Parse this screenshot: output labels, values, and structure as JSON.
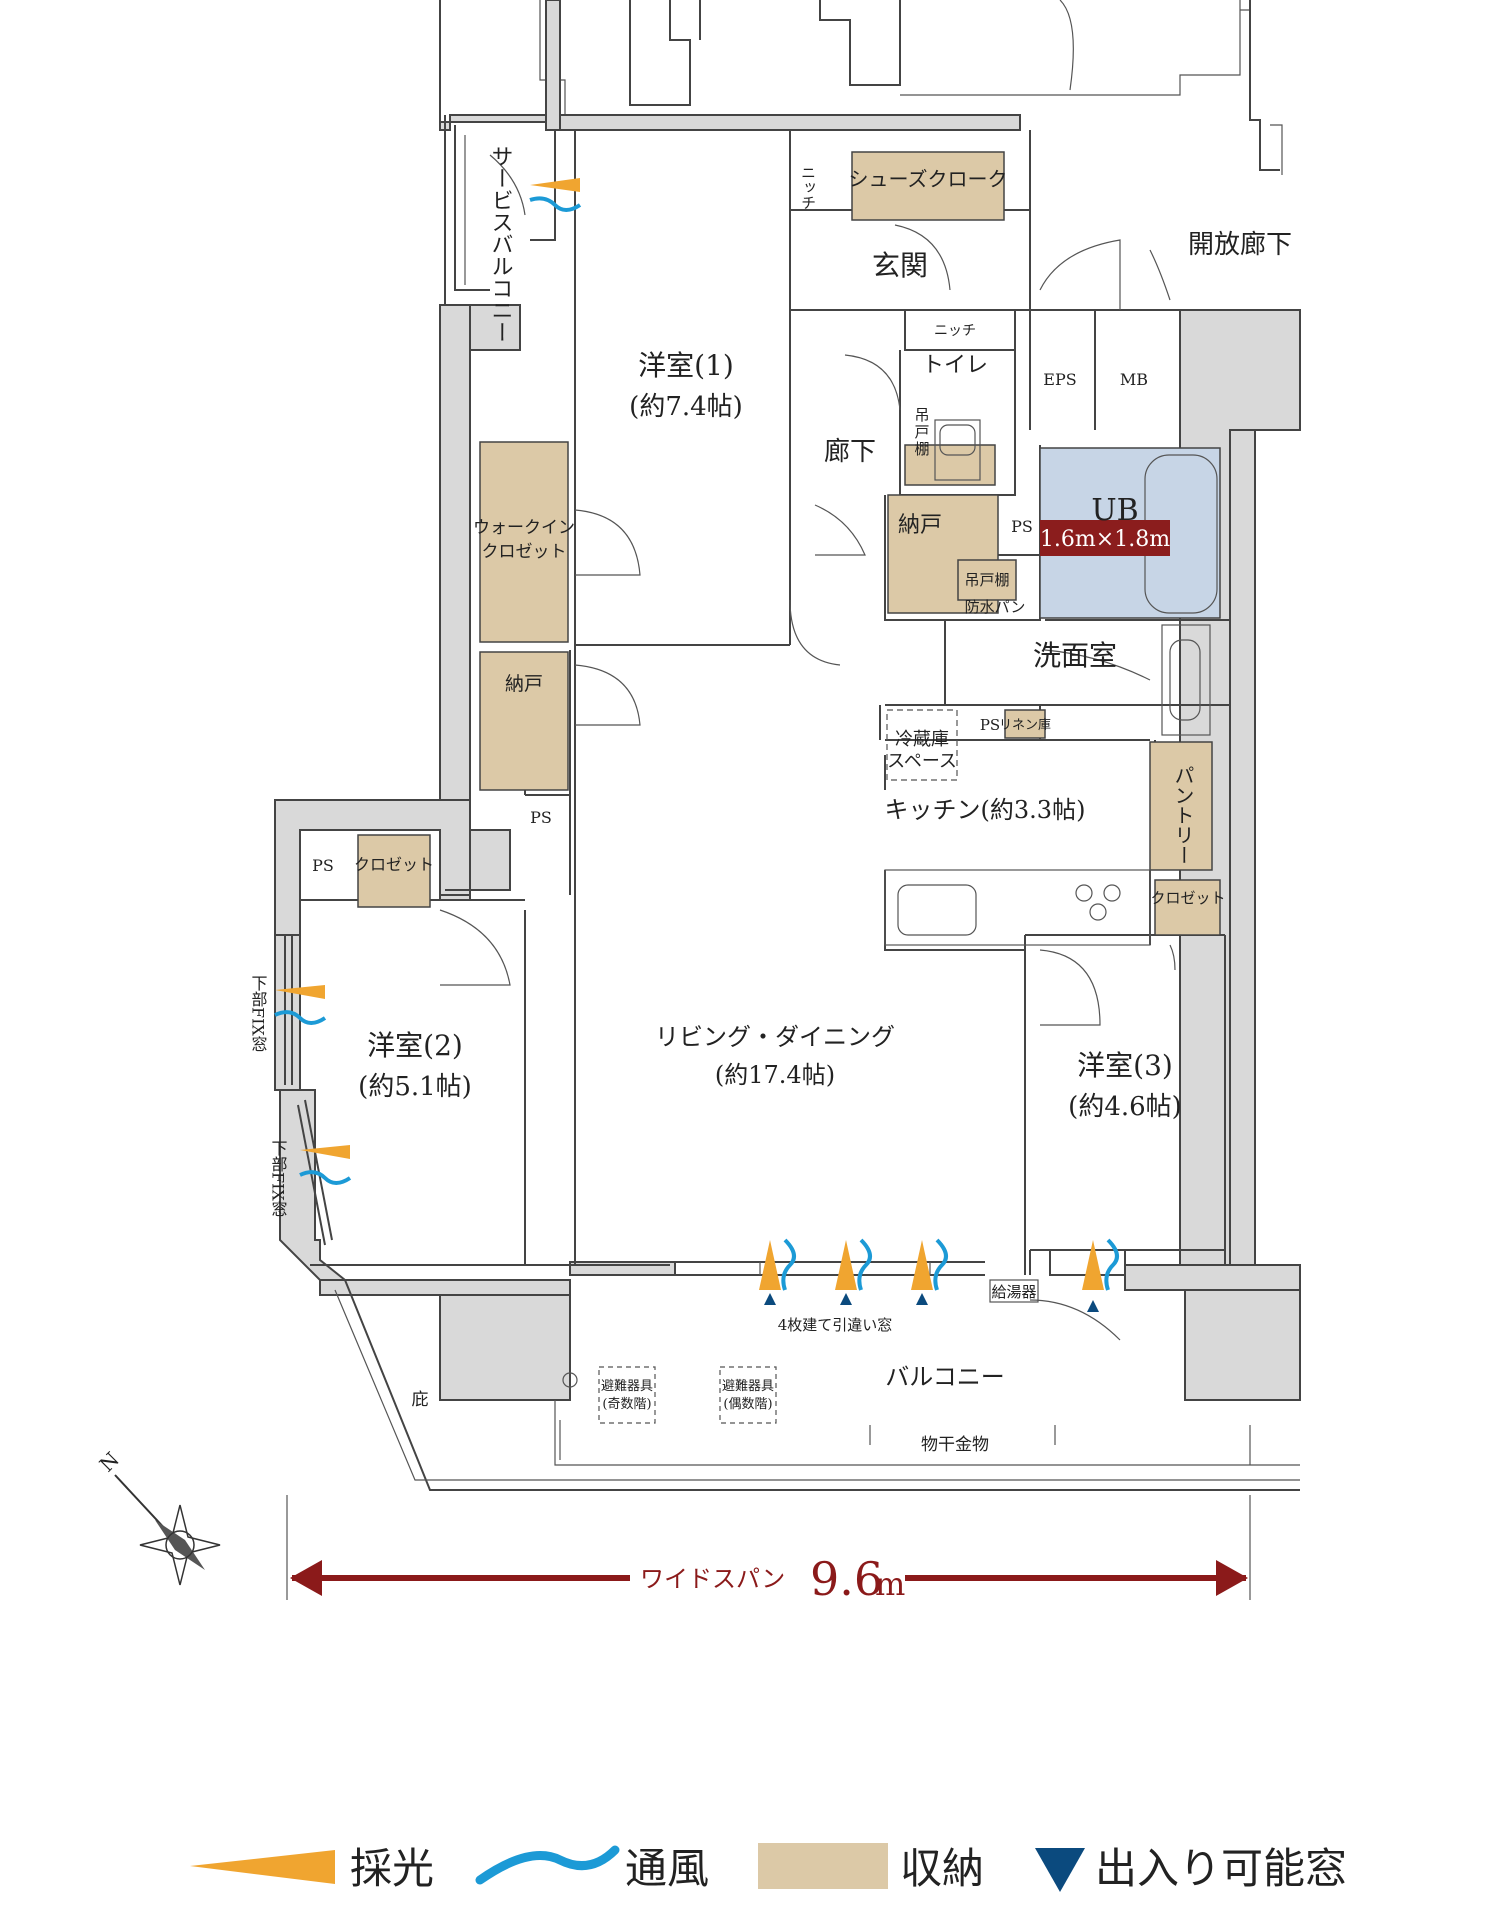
{
  "rooms": {
    "service_balcony": "サービスバルコニー",
    "niche_top": "ニッチ",
    "shoes_cloak": "シューズクローク",
    "entrance": "玄関",
    "open_corridor": "開放廊下",
    "niche_toilet": "ニッチ",
    "toilet": "トイレ",
    "eps": "EPS",
    "mb": "MB",
    "room1_name": "洋室(1)",
    "room1_size": "(約7.4帖)",
    "hanging_shelf_1a": "吊",
    "hanging_shelf_1b": "戸",
    "hanging_shelf_1c": "棚",
    "hallway": "廊下",
    "ub": "UB",
    "ub_size": "1.6m×1.8m",
    "closet_storage": "納戸",
    "ps_1": "PS",
    "hanging_shelf_2": "吊戸棚",
    "waterproof_pan": "防水パン",
    "walkin_1": "ウォークイン",
    "walkin_2": "クロゼット",
    "washroom": "洗面室",
    "storage_left": "納戸",
    "ps_2": "PS",
    "linen": "リネン庫",
    "fridge_1": "冷蔵庫",
    "fridge_2": "スペース",
    "kitchen": "キッチン(約3.3帖)",
    "pantry": "パントリー",
    "ps_3": "PS",
    "ps_4": "PS",
    "closet_left": "クロゼット",
    "closet_right": "クロゼット",
    "fix_window_1": "下部FIX窓",
    "fix_window_2": "下部FIX窓",
    "room2_name": "洋室(2)",
    "room2_size": "(約5.1帖)",
    "living_name": "リビング・ダイニング",
    "living_size": "(約17.4帖)",
    "room3_name": "洋室(3)",
    "room3_size": "(約4.6帖)",
    "sliding_window": "4枚建て引違い窓",
    "water_heater": "給湯器",
    "balcony": "バルコニー",
    "eaves": "庇",
    "escape_odd_1": "避難器具",
    "escape_odd_2": "(奇数階)",
    "escape_even_1": "避難器具",
    "escape_even_2": "(偶数階)",
    "drying_hardware": "物干金物"
  },
  "compass": {
    "label": "N"
  },
  "span": {
    "label": "ワイドスパン",
    "value": "9.6",
    "unit": "m"
  },
  "legend": {
    "lighting": "採光",
    "ventilation": "通風",
    "storage": "収納",
    "access_window": "出入り可能窓"
  },
  "colors": {
    "storage": "#dcc9a7",
    "unit_bath": "#c7d5e6",
    "lighting": "#f0a530",
    "ventilation": "#1c9ad6",
    "access_window": "#0b4a7e",
    "span_arrow": "#8b1a1a",
    "wall": "#d9d9d9"
  }
}
